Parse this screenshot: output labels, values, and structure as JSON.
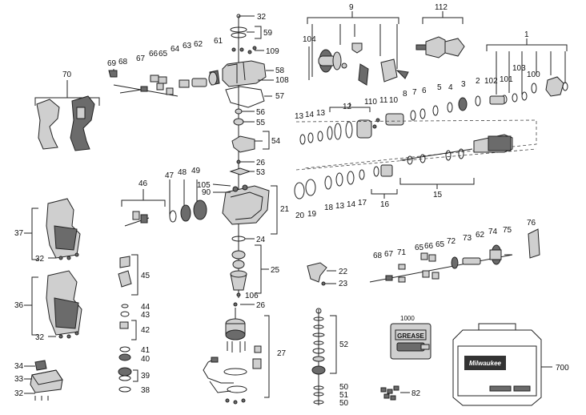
{
  "labels": {
    "p32a": "32",
    "p59": "59",
    "p109": "109",
    "p58": "58",
    "p108": "108",
    "p57": "57",
    "p56": "56",
    "p55": "55",
    "p54": "54",
    "p26a": "26",
    "p53": "53",
    "p9": "9",
    "p112": "112",
    "p104": "104",
    "p1": "1",
    "p69": "69",
    "p68a": "68",
    "p67a": "67",
    "p66a": "66",
    "p65a": "65",
    "p64": "64",
    "p63": "63",
    "p62a": "62",
    "p61": "61",
    "p70": "70",
    "p102": "102",
    "p101": "101",
    "p103": "103",
    "p100": "100",
    "p2": "2",
    "p3": "3",
    "p4": "4",
    "p5": "5",
    "p6": "6",
    "p7": "7",
    "p8": "8",
    "p110a": "110",
    "p11": "11",
    "p110b": "10",
    "p12": "12",
    "p13a": "13",
    "p14a": "14",
    "p13b": "13",
    "p15": "15",
    "p16": "16",
    "p17": "17",
    "p14b": "14",
    "p13c": "13",
    "p18": "18",
    "p19": "19",
    "p20": "20",
    "p46": "46",
    "p47": "47",
    "p48": "48",
    "p49": "49",
    "p105": "105",
    "p90": "90",
    "p21": "21",
    "p24": "24",
    "p37": "37",
    "p32b": "32",
    "p36": "36",
    "p32c": "32",
    "p45": "45",
    "p44": "44",
    "p43": "43",
    "p42": "42",
    "p41": "41",
    "p40": "40",
    "p39": "39",
    "p38": "38",
    "p25": "25",
    "p106": "106",
    "p26b": "26",
    "p27": "27",
    "p22": "22",
    "p23": "23",
    "p52": "52",
    "p50a": "50",
    "p51": "51",
    "p50b": "50",
    "p76": "76",
    "p68b": "68",
    "p67b": "67",
    "p71": "71",
    "p65b": "65",
    "p66b": "66",
    "p65c": "65",
    "p72": "72",
    "p73": "73",
    "p62b": "62",
    "p74": "74",
    "p75": "75",
    "p34": "34",
    "p33": "33",
    "p32d": "32",
    "p1000": "1000",
    "p82": "82",
    "p700": "700"
  },
  "grease_label": "GREASE",
  "case_brand": "Milwaukee",
  "colors": {
    "ink": "#222222",
    "fill_light": "#cfcfcf",
    "fill_dark": "#6b6b6b",
    "background": "#ffffff"
  }
}
